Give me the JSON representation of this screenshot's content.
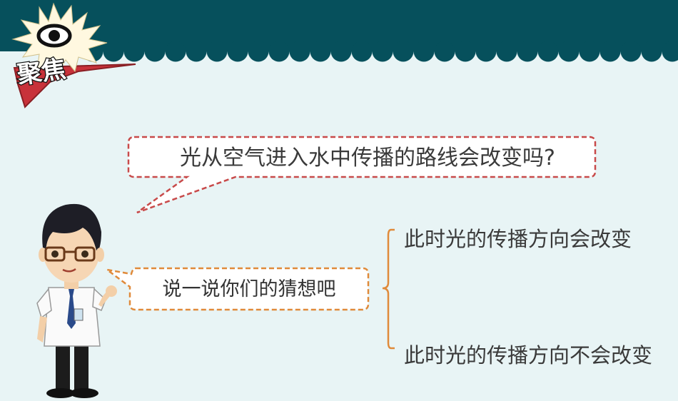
{
  "header": {
    "bg_color": "#06505c",
    "badge_text": "聚焦"
  },
  "question": {
    "text": "光从空气进入水中传播的路线会改变吗?"
  },
  "prompt": {
    "text": "说一说你们的猜想吧"
  },
  "options": [
    {
      "text": "此时光的传播方向会改变"
    },
    {
      "text": "此时光的传播方向不会改变"
    }
  ],
  "colors": {
    "accent_red": "#c84a4a",
    "accent_orange": "#e08a3a",
    "bracket": "#e08a3a"
  }
}
